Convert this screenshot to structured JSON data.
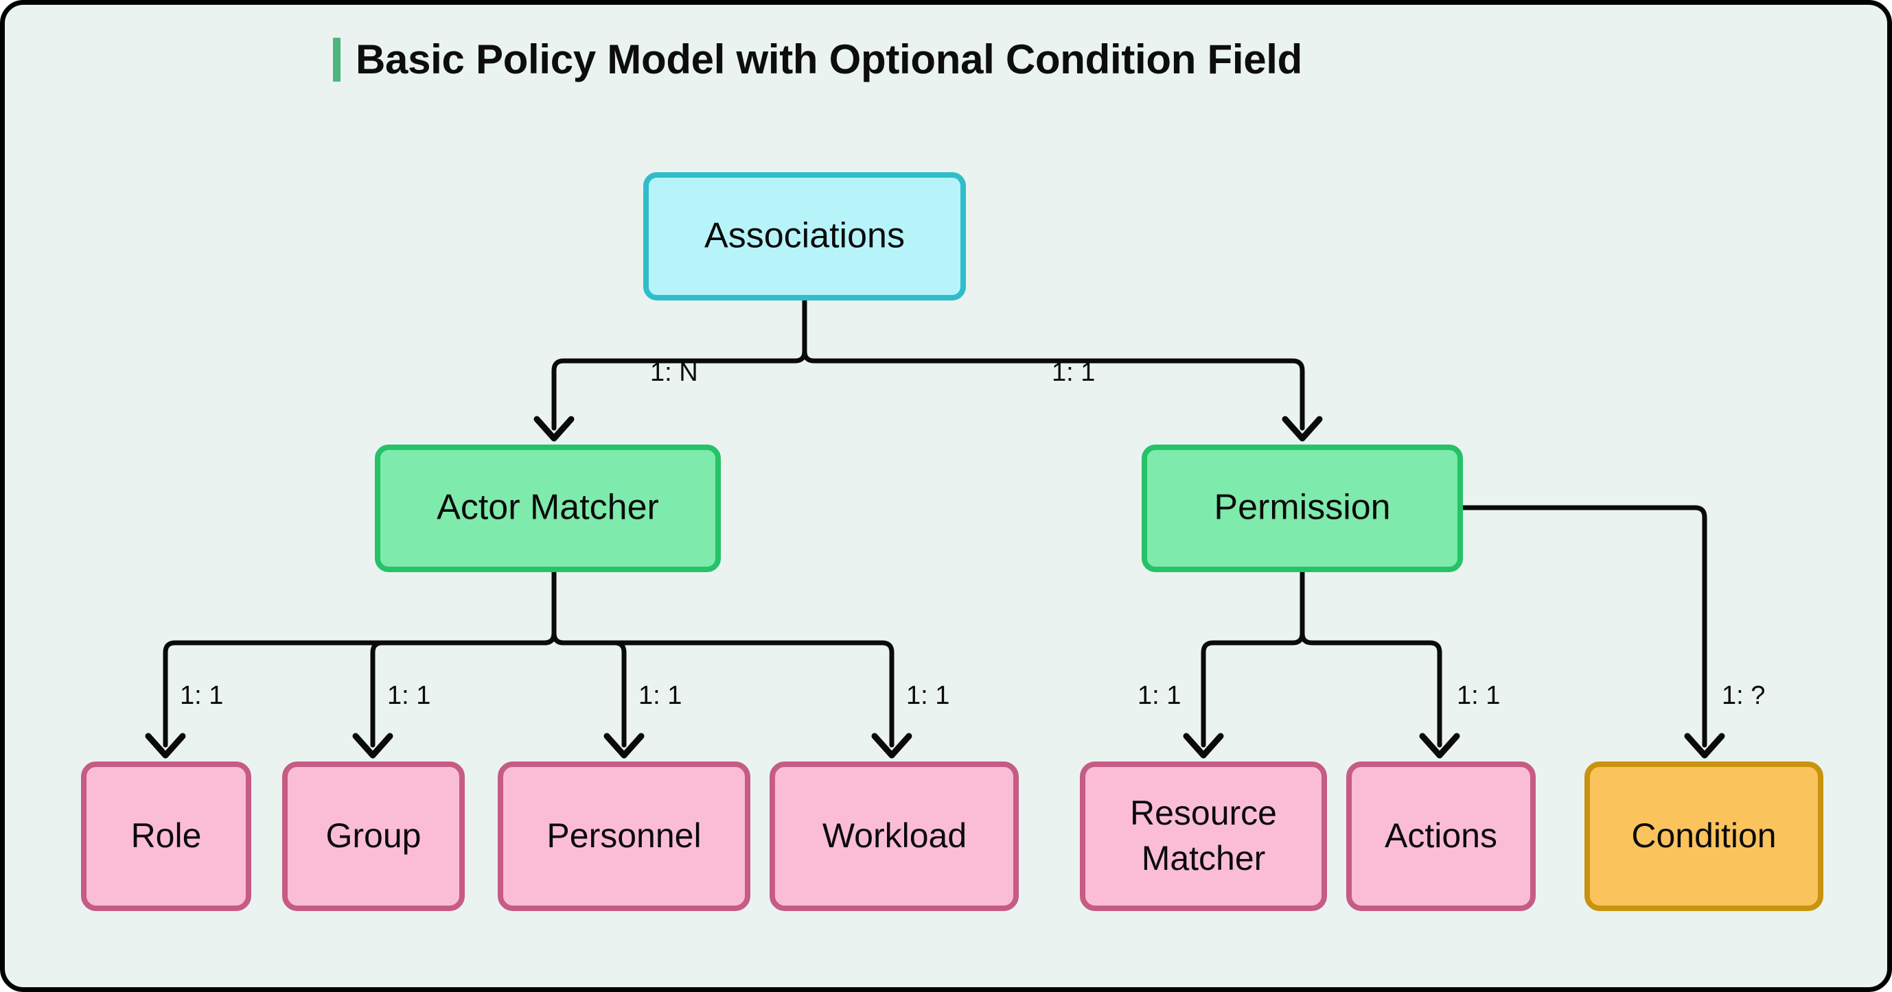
{
  "header": {
    "title": "Basic Policy Model with Optional Condition Field",
    "accent_color": "#4eb57d"
  },
  "canvas": {
    "background": "#eaf3f0",
    "border_color": "#000000"
  },
  "palette": {
    "cyan_fill": "#b6f4fa",
    "cyan_stroke": "#31bcc9",
    "green_fill": "#7eeaab",
    "green_stroke": "#25c268",
    "pink_fill": "#fbbdd6",
    "pink_stroke": "#c65b83",
    "orange_fill": "#fbc35c",
    "orange_stroke": "#c8930e",
    "edge_color": "#0a0a0a"
  },
  "nodes": [
    {
      "id": "associations",
      "label": "Associations",
      "label2": "",
      "color": "cyan"
    },
    {
      "id": "actor-matcher",
      "label": "Actor Matcher",
      "label2": "",
      "color": "green"
    },
    {
      "id": "permission",
      "label": "Permission",
      "label2": "",
      "color": "green"
    },
    {
      "id": "role",
      "label": "Role",
      "label2": "",
      "color": "pink"
    },
    {
      "id": "group",
      "label": "Group",
      "label2": "",
      "color": "pink"
    },
    {
      "id": "personnel",
      "label": "Personnel",
      "label2": "",
      "color": "pink"
    },
    {
      "id": "workload",
      "label": "Workload",
      "label2": "",
      "color": "pink"
    },
    {
      "id": "resource-matcher",
      "label": "Resource",
      "label2": "Matcher",
      "color": "pink"
    },
    {
      "id": "actions",
      "label": "Actions",
      "label2": "",
      "color": "pink"
    },
    {
      "id": "condition",
      "label": "Condition",
      "label2": "",
      "color": "orange"
    }
  ],
  "edges": [
    {
      "id": "associations-actor-matcher",
      "from": "associations",
      "to": "actor-matcher",
      "label": "1: N"
    },
    {
      "id": "associations-permission",
      "from": "associations",
      "to": "permission",
      "label": "1: 1"
    },
    {
      "id": "actor-matcher-role",
      "from": "actor-matcher",
      "to": "role",
      "label": "1: 1"
    },
    {
      "id": "actor-matcher-group",
      "from": "actor-matcher",
      "to": "group",
      "label": "1: 1"
    },
    {
      "id": "actor-matcher-personnel",
      "from": "actor-matcher",
      "to": "personnel",
      "label": "1: 1"
    },
    {
      "id": "actor-matcher-workload",
      "from": "actor-matcher",
      "to": "workload",
      "label": "1: 1"
    },
    {
      "id": "permission-resource-matcher",
      "from": "permission",
      "to": "resource-matcher",
      "label": "1: 1"
    },
    {
      "id": "permission-actions",
      "from": "permission",
      "to": "actions",
      "label": "1: 1"
    },
    {
      "id": "permission-condition",
      "from": "permission",
      "to": "condition",
      "label": "1: ?"
    }
  ]
}
